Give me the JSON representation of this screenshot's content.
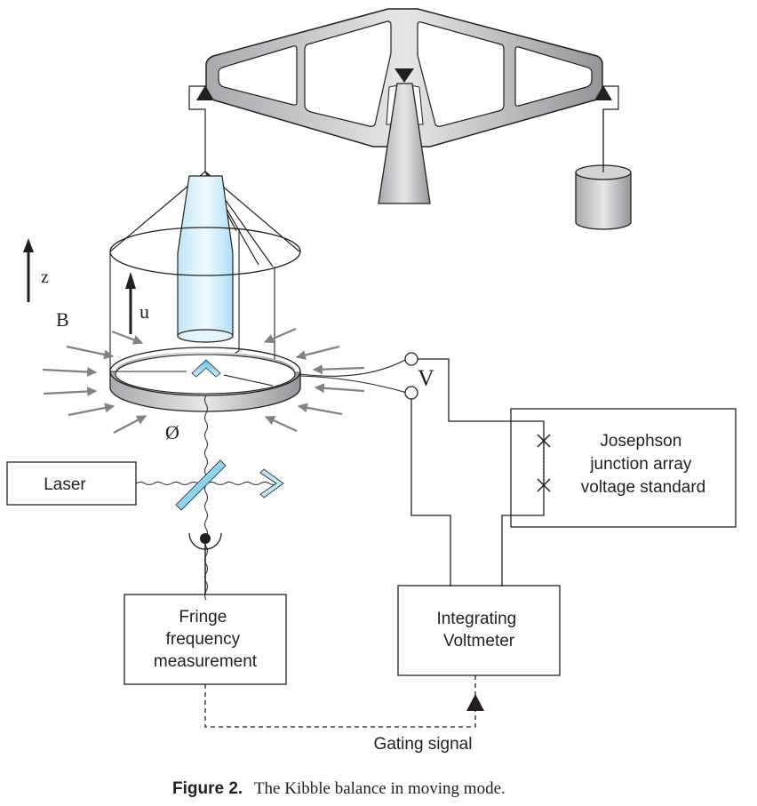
{
  "figure": {
    "caption_label": "Figure 2.",
    "caption_text": "The Kibble balance in moving mode."
  },
  "labels": {
    "z_axis": "z",
    "velocity": "u",
    "magnetic_field": "B",
    "flux_gradient": "Ø",
    "voltage": "V"
  },
  "boxes": {
    "laser": "Laser",
    "josephson": [
      "Josephson",
      "junction array",
      "voltage standard"
    ],
    "fringe": [
      "Fringe",
      "frequency",
      "measurement"
    ],
    "voltmeter": [
      "Integrating",
      "Voltmeter"
    ]
  },
  "signals": {
    "gating": "Gating signal"
  },
  "colors": {
    "metal_light": "#e6e7e8",
    "metal_dark": "#9d9fa2",
    "optic_blue": "#8fd3f0",
    "optic_light": "#e3f4fc",
    "field_arrow": "#808285",
    "line": "#231f20"
  }
}
